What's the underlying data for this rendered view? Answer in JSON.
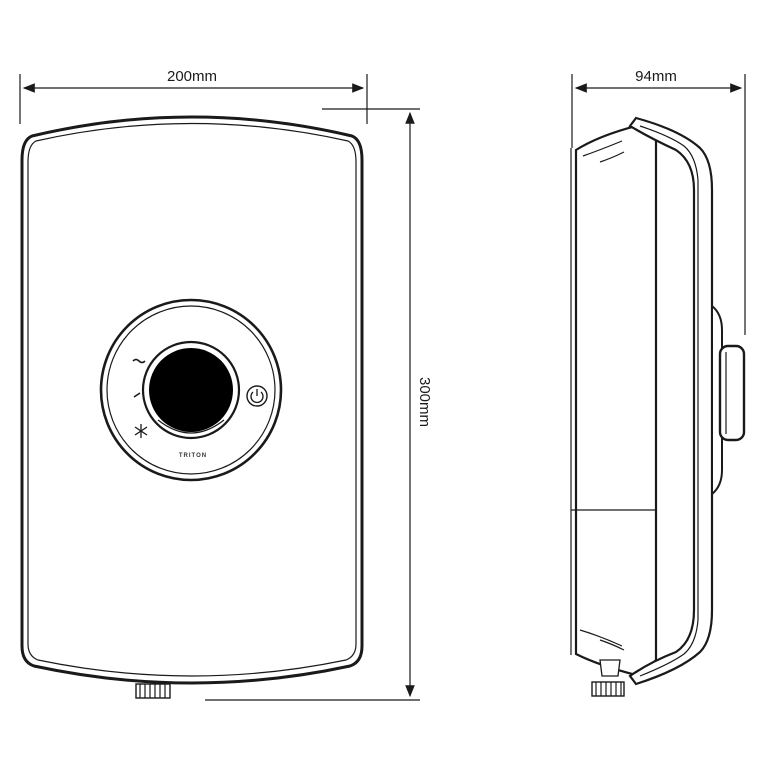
{
  "dimensions": {
    "width": "200mm",
    "height": "300mm",
    "depth": "94mm"
  },
  "brand_text": "TRITON",
  "colors": {
    "line": "#1a1a1a",
    "background": "#ffffff",
    "dial": "#000000"
  },
  "icons": [
    "power-icon",
    "snowflake-icon",
    "high-power-icon",
    "low-power-icon"
  ]
}
